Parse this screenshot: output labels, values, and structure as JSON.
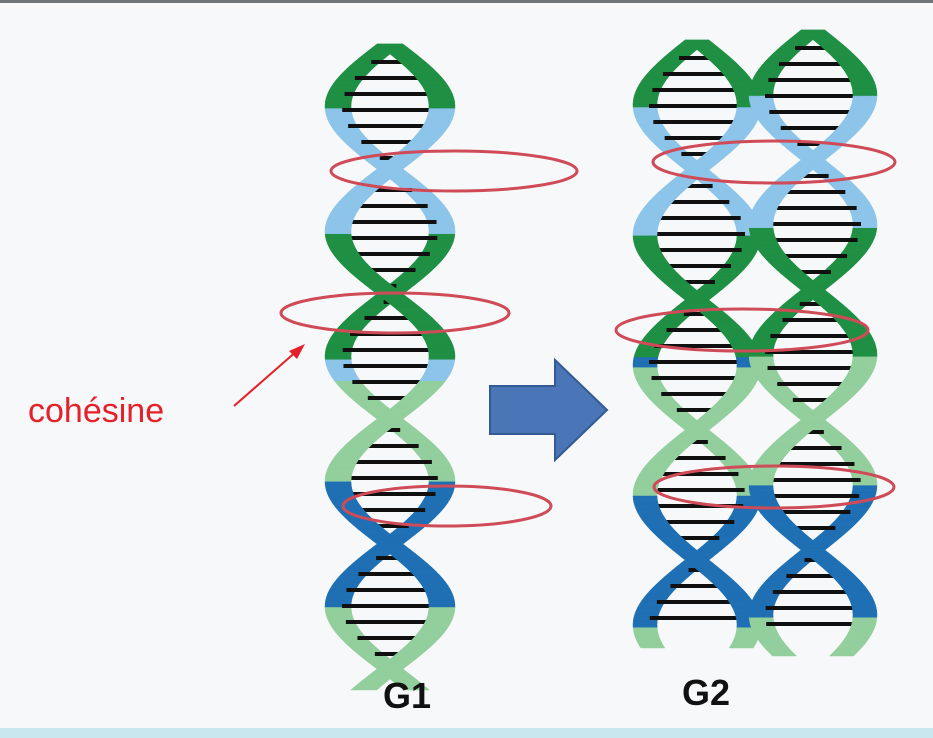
{
  "labels": {
    "cohesin": "cohésine",
    "g1": "G1",
    "g2": "G2"
  },
  "colors": {
    "background": "#f7f8f9",
    "frame_top": "#6f7478",
    "frame_bottom": "#c9e7ee",
    "strand_light_green": "#92cf9d",
    "strand_dark_green": "#1f8f44",
    "strand_light_blue": "#8cc4ea",
    "strand_dark_blue": "#1f6fb4",
    "base_pair": "#101010",
    "cohesin_ring": "#cf4b58",
    "cohesin_text": "#e4202a",
    "arrow_fill": "#4a76b8",
    "arrow_stroke": "#335a92"
  },
  "figure": {
    "g1_cohesin_rings": 3,
    "g2_cohesin_rings": 3,
    "g1_chromatid_count": 1,
    "g2_chromatid_count": 2
  }
}
